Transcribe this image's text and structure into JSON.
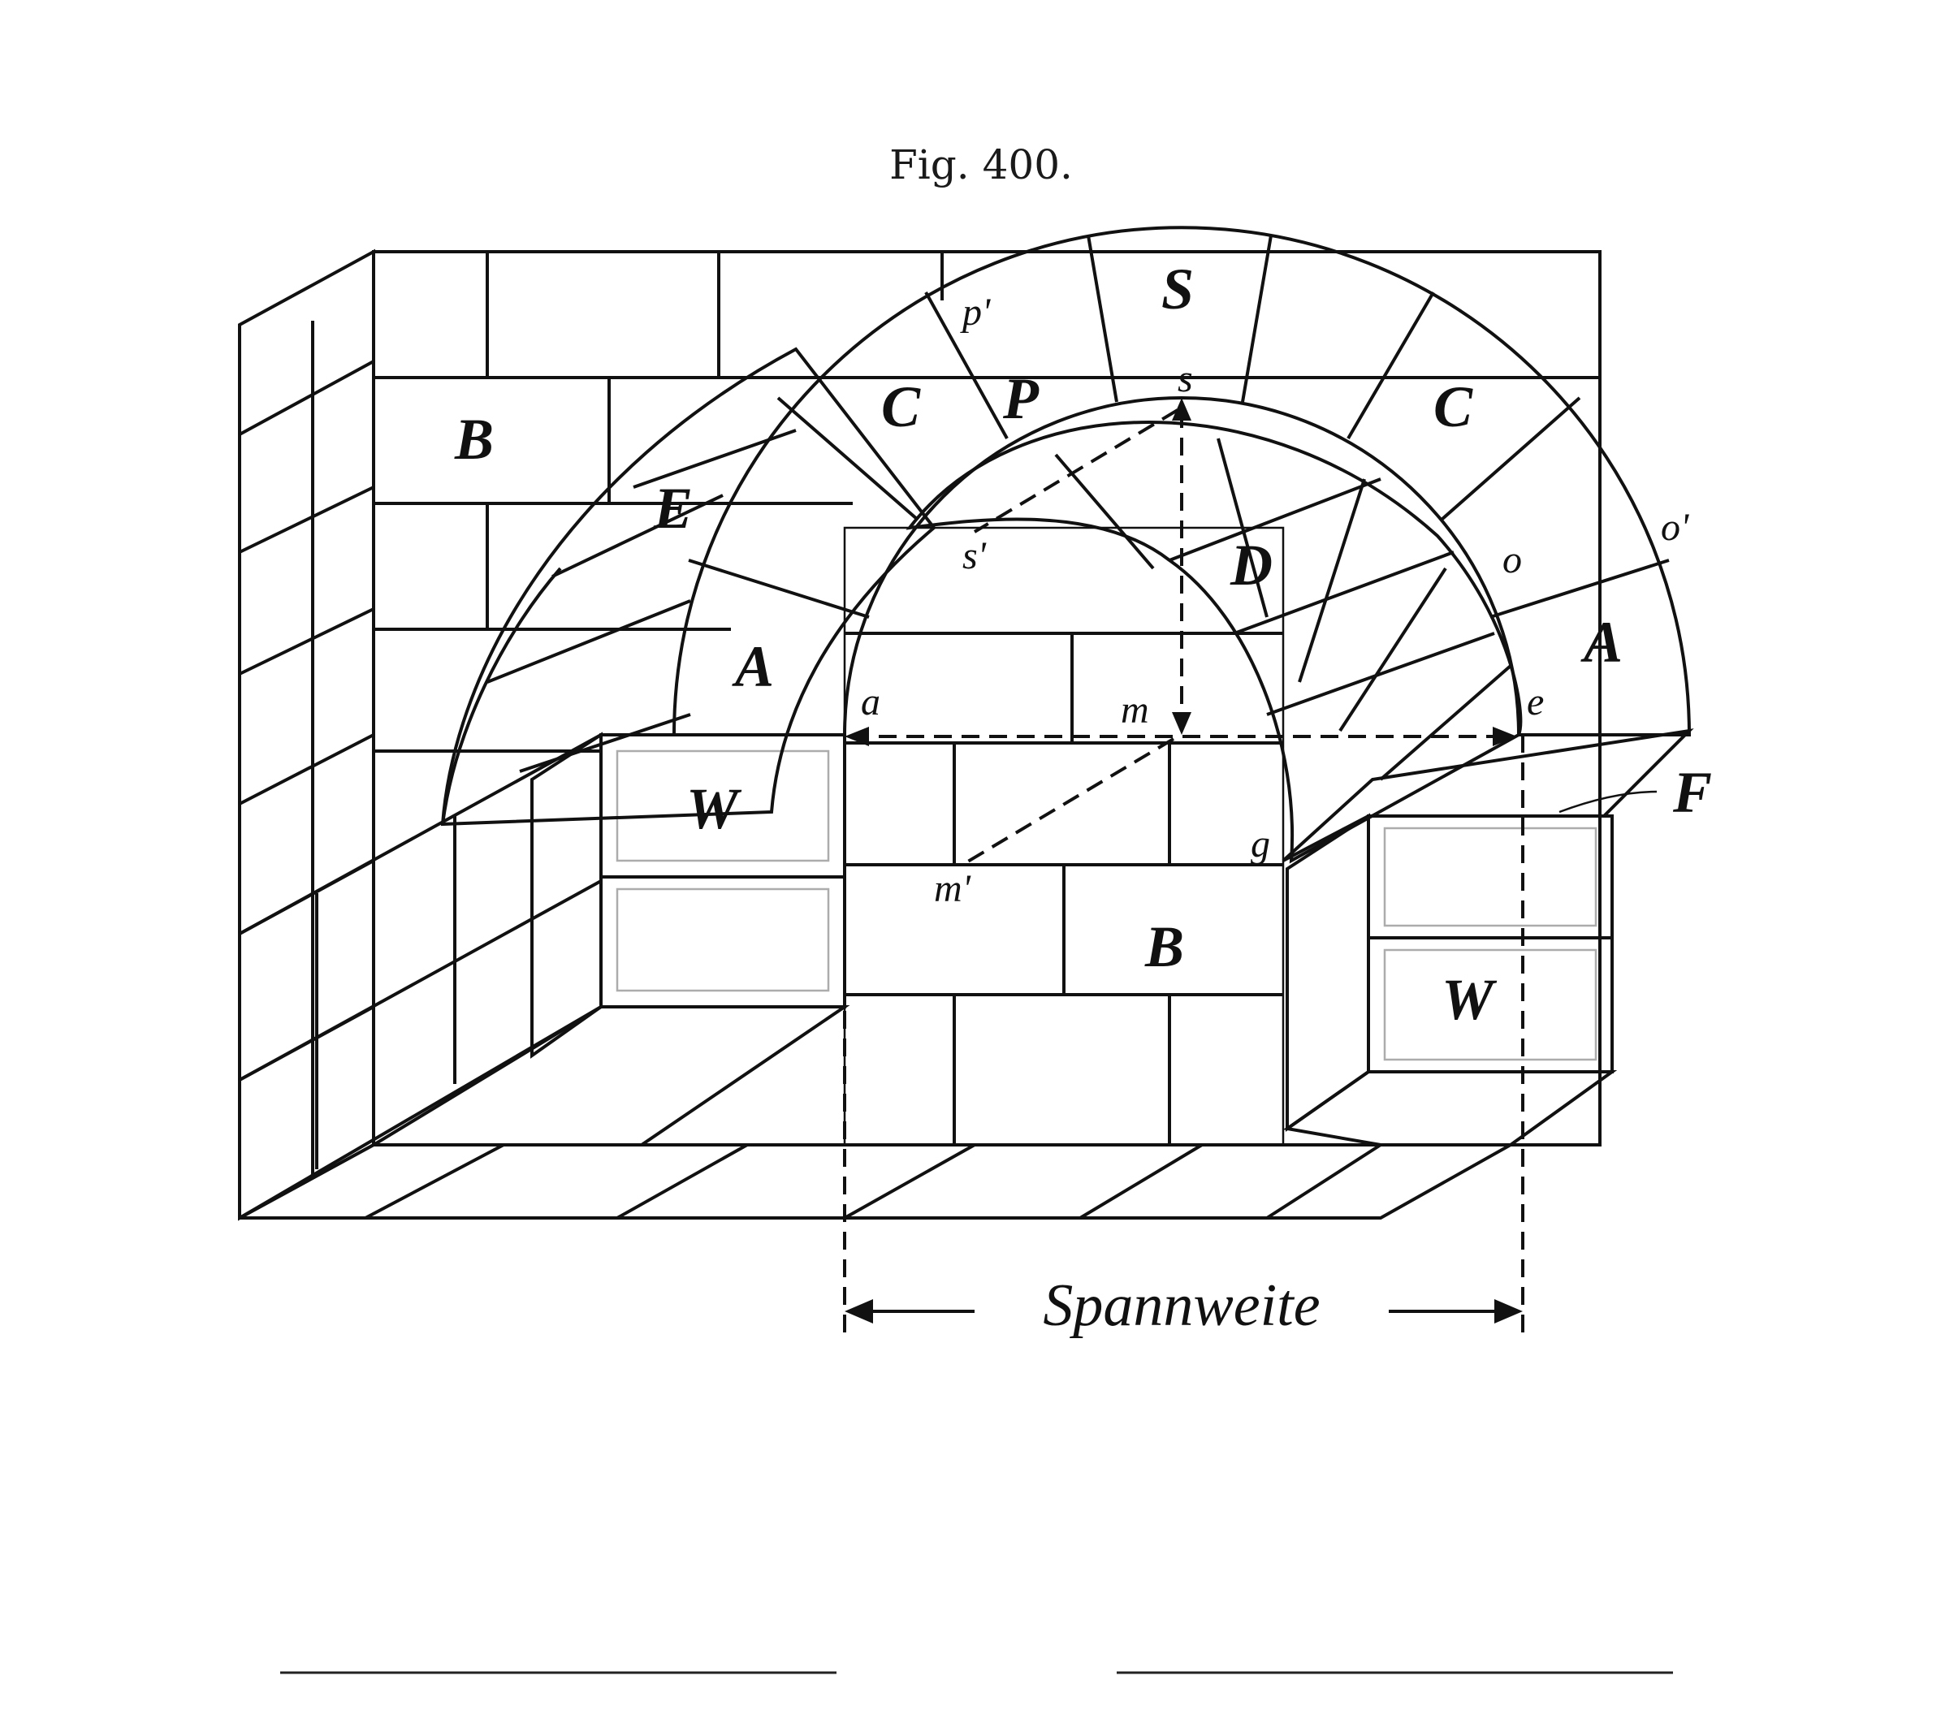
{
  "figure": {
    "title": "Fig. 400.",
    "span_label": "Spannweite",
    "stone_labels": {
      "B_upper": "B",
      "B_lower": "B",
      "S": "S",
      "C_left": "C",
      "C_right": "C",
      "P": "P",
      "p_prime": "p'",
      "E": "E",
      "D": "D",
      "A_left": "A",
      "A_right": "A",
      "W_left": "W",
      "W_right": "W",
      "F": "F"
    },
    "point_labels": {
      "s": "s",
      "s_prime": "s'",
      "a": "a",
      "m": "m",
      "m_prime": "m'",
      "e": "e",
      "g": "g",
      "o": "o",
      "o_prime": "o'"
    }
  }
}
